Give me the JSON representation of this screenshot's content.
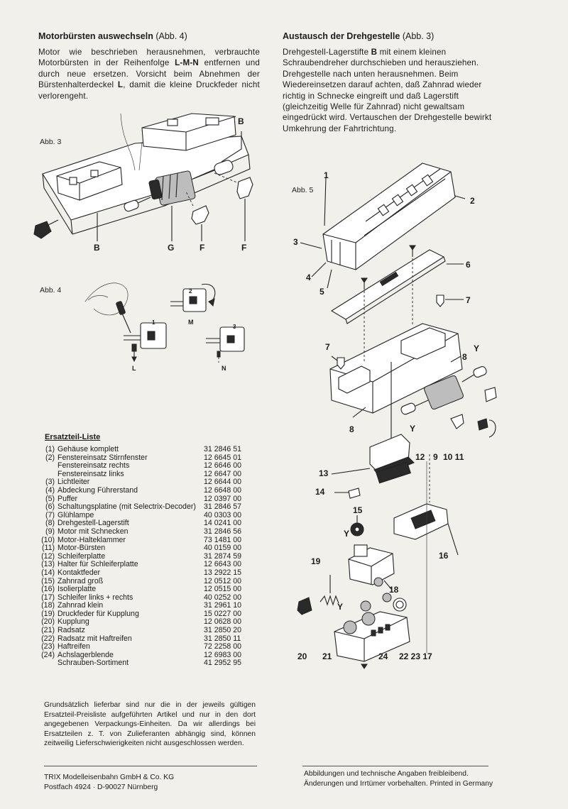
{
  "left_section": {
    "heading": "Motorbürsten auswechseln",
    "heading_ref": "(Abb. 4)",
    "paragraph": [
      {
        "text": "Motor wie beschrieben herausnehmen, verbrauchte Motorbürsten in der Reihenfolge ",
        "bold": false
      },
      {
        "text": "L-M-N",
        "bold": true
      },
      {
        "text": " entfernen und durch neue ersetzen. Vorsicht beim Abnehmen der Bürstenhalterdeckel ",
        "bold": false
      },
      {
        "text": "L",
        "bold": true
      },
      {
        "text": ", damit die kleine Druckfeder nicht verlorengeht.",
        "bold": false
      }
    ]
  },
  "right_section": {
    "heading": "Austausch der Drehgestelle",
    "heading_ref": "(Abb. 3)",
    "paragraph": [
      {
        "text": "Drehgestell-Lagerstifte ",
        "bold": false
      },
      {
        "text": "B",
        "bold": true
      },
      {
        "text": " mit einem kleinen Schraubendreher durchschieben und herausziehen. Drehgestelle nach unten herausnehmen. Beim Wiedereinsetzen darauf achten, daß Zahnrad wieder richtig in Schnecke eingreift und daß Lagerstift (gleichzeitig Welle für Zahnrad) nicht gewaltsam eingedrückt wird. Vertauschen der Drehgestelle bewirkt Umkehrung der Fahrtrichtung.",
        "bold": false
      }
    ]
  },
  "fig3": {
    "label": "Abb. 3",
    "callouts": {
      "B_top": "B",
      "B_bottom": "B",
      "G": "G",
      "F1": "F",
      "F2": "F"
    }
  },
  "fig4": {
    "label": "Abb. 4",
    "callouts": {
      "n1": "1",
      "n2": "2",
      "n3": "3",
      "L": "L",
      "M": "M",
      "N": "N"
    }
  },
  "fig5": {
    "label": "Abb. 5",
    "callouts": {
      "c1": "1",
      "c2": "2",
      "c3": "3",
      "c4": "4",
      "c5": "5",
      "c6": "6",
      "c7a": "7",
      "c7b": "7",
      "c8a": "8",
      "c8b": "8",
      "cYa": "Y",
      "cYb": "Y",
      "c12": "12",
      "c9": "9",
      "c10_11": "10 11",
      "c13": "13",
      "c14": "14",
      "c15": "15",
      "cYc": "Y",
      "c16": "16",
      "c19": "19",
      "c18": "18",
      "cYd": "Y",
      "c20": "20",
      "c21": "21",
      "c24": "24",
      "c22_23_17": "22 23 17"
    }
  },
  "parts_list": {
    "title": "Ersatzteil-Liste",
    "rows": [
      {
        "num": "(1)",
        "name": "Gehäuse komplett",
        "art": "31 2846 51"
      },
      {
        "num": "(2)",
        "name": "Fenstereinsatz Stirnfenster",
        "art": "12 6645 01"
      },
      {
        "num": "",
        "name": "Fenstereinsatz rechts",
        "art": "12 6646 00"
      },
      {
        "num": "",
        "name": "Fenstereinsatz links",
        "art": "12 6647 00"
      },
      {
        "num": "(3)",
        "name": "Lichtleiter",
        "art": "12 6644 00"
      },
      {
        "num": "(4)",
        "name": "Abdeckung Führerstand",
        "art": "12 6648 00"
      },
      {
        "num": "(5)",
        "name": "Puffer",
        "art": "12 0397 00"
      },
      {
        "num": "(6)",
        "name": "Schaltungsplatine (mit Selectrix-Decoder)",
        "art": "31 2846 57"
      },
      {
        "num": "(7)",
        "name": "Glühlampe",
        "art": "40 0303 00"
      },
      {
        "num": "(8)",
        "name": "Drehgestell-Lagerstift",
        "art": "14 0241 00"
      },
      {
        "num": "(9)",
        "name": "Motor mit Schnecken",
        "art": "31 2846 56"
      },
      {
        "num": "(10)",
        "name": "Motor-Halteklammer",
        "art": "73 1481 00"
      },
      {
        "num": "(11)",
        "name": "Motor-Bürsten",
        "art": "40 0159 00"
      },
      {
        "num": "(12)",
        "name": "Schleiferplatte",
        "art": "31 2874 59"
      },
      {
        "num": "(13)",
        "name": "Halter für Schleiferplatte",
        "art": "12 6643 00"
      },
      {
        "num": "(14)",
        "name": "Kontaktfeder",
        "art": "13 2922 15"
      },
      {
        "num": "(15)",
        "name": "Zahnrad groß",
        "art": "12 0512 00"
      },
      {
        "num": "(16)",
        "name": "Isolierplatte",
        "art": "12 0515 00"
      },
      {
        "num": "(17)",
        "name": "Schleifer links + rechts",
        "art": "40 0252 00"
      },
      {
        "num": "(18)",
        "name": "Zahnrad klein",
        "art": "31 2961 10"
      },
      {
        "num": "(19)",
        "name": "Druckfeder für Kupplung",
        "art": "15 0227 00"
      },
      {
        "num": "(20)",
        "name": "Kupplung",
        "art": "12 0628 00"
      },
      {
        "num": "(21)",
        "name": "Radsatz",
        "art": "31 2850 20"
      },
      {
        "num": "(22)",
        "name": "Radsatz mit Haftreifen",
        "art": "31 2850 11"
      },
      {
        "num": "(23)",
        "name": "Haftreifen",
        "art": "72 2258 00"
      },
      {
        "num": "(24)",
        "name": "Achslagerblende",
        "art": "12 6983 00"
      },
      {
        "num": "",
        "name": "Schrauben-Sortiment",
        "art": "41 2952 95"
      }
    ]
  },
  "availability_note": "Grundsätzlich lieferbar sind nur die in der jeweils gültigen Ersatzteil-Preisliste aufgeführten Artikel und nur in den dort angegebenen Verpackungs-Einheiten. Da wir allerdings bei Ersatzteilen z. T. von Zulieferanten abhängig sind, können zeitweilig Lieferschwierigkeiten nicht ausgeschlossen werden.",
  "footer": {
    "company_line1": "TRIX Modelleisenbahn GmbH & Co. KG",
    "company_line2": "Postfach 4924 · D-90027 Nürnberg",
    "disclaimer_line1": "Abbildungen und technische Angaben freibleibend.",
    "disclaimer_line2": "Änderungen und Irrtümer vorbehalten. Printed in Germany"
  }
}
